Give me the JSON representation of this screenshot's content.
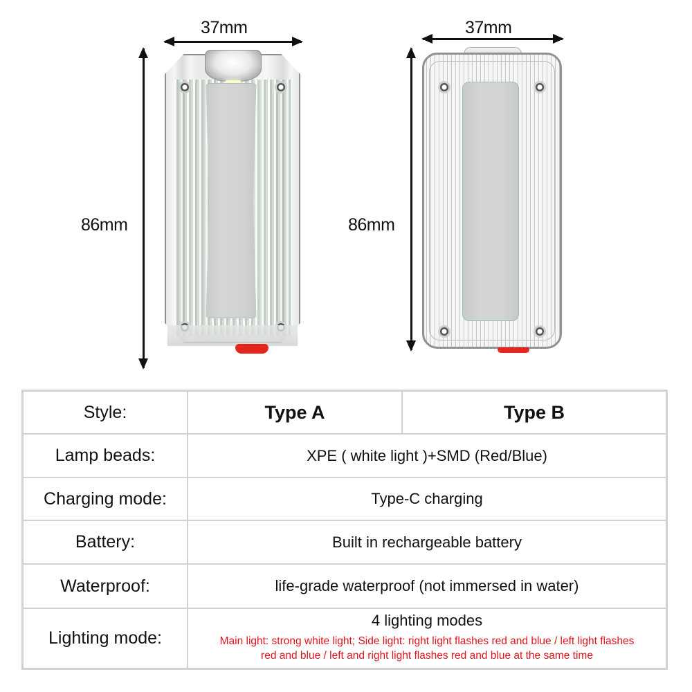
{
  "products": [
    {
      "name": "Type A",
      "width_label": "37mm",
      "height_label": "86mm"
    },
    {
      "name": "Type B",
      "width_label": "37mm",
      "height_label": "86mm"
    }
  ],
  "colors": {
    "text": "#111111",
    "accent_red": "#e0141e",
    "table_border": "#d2d2d2",
    "button_red": "#e2261d"
  },
  "table": {
    "rows": [
      {
        "label": "Style:",
        "values": [
          "Type A",
          "Type B"
        ]
      },
      {
        "label": "Lamp beads:",
        "value": "XPE ( white light )+SMD (Red/Blue)"
      },
      {
        "label": "Charging mode:",
        "value": "Type-C charging"
      },
      {
        "label": "Battery:",
        "value": "Built in rechargeable battery"
      },
      {
        "label": "Waterproof:",
        "value": "life-grade waterproof (not immersed in water)"
      },
      {
        "label": "Lighting mode:",
        "value": "4 lighting modes",
        "note_line1": "Main light: strong white light; Side light: right light flashes red and blue / left light flashes",
        "note_line2": "red and blue / left and right light flashes red and blue at the same time"
      }
    ]
  }
}
